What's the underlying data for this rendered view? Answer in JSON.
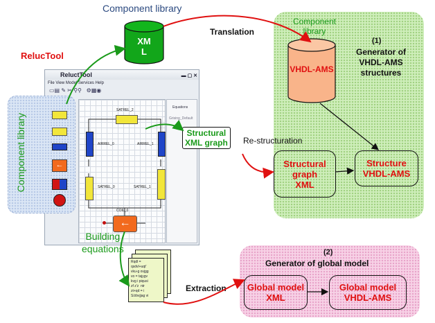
{
  "labels": {
    "component_library_top": "Component library",
    "xml_cylinder": "XM\nL",
    "translation": "Translation",
    "reluctool": "RelucTool",
    "component_library_green": "Component\nlibrary",
    "generator_vhdl_num": "(1)",
    "generator_vhdl": "Generator of\nVHDL-AMS\nstructures",
    "vhdl_ams_cylinder": "VHDL-AMS",
    "structural_xml_graph": "Structural\nXML graph",
    "re_structuration": "Re-structuration",
    "component_library_vertical": "Component library",
    "structural_graph_xml": "Structural\ngraph\nXML",
    "structure_vhdl_ams": "Structure\nVHDL-AMS",
    "building_equations": "Building\nequations",
    "generator_global_num": "(2)",
    "generator_global": "Generator of global model",
    "extraction": "Extraction",
    "global_model_xml": "Global model\nXML",
    "global_model_vhdl_ams": "Global model\nVHDL-AMS"
  },
  "app": {
    "title": "ReluctTool",
    "menu": "File  View  Model  Services  Help",
    "pane_header": "Equations",
    "pane_item": "Grising_Default",
    "components": {
      "satrel_2": "SATREL_2",
      "airrel_0": "AIRREL_0",
      "airrel_1": "AIRREL_1",
      "satrel_0": "SATREL_0",
      "satrel_1": "SATREL_1",
      "coil_0": "COIL_0"
    }
  },
  "doc_text": "Rqdl =\nqsdvl+uqt'\nvku-g ovjgg\nvo = tajygv\nkvg i piqusi\nzf z'z  ntr\nzt+qd = i\nS/zbvjjag vi",
  "colors": {
    "red_text": "#e01010",
    "green_text": "#1a9a1a",
    "blue_text": "#2c4a80",
    "green_region": "#cfeebb",
    "pink_region": "#f7d2e6",
    "blue_region": "#dbe6f5",
    "cylinder_green": "#12a61a",
    "cylinder_orange": "#f9b48a"
  }
}
